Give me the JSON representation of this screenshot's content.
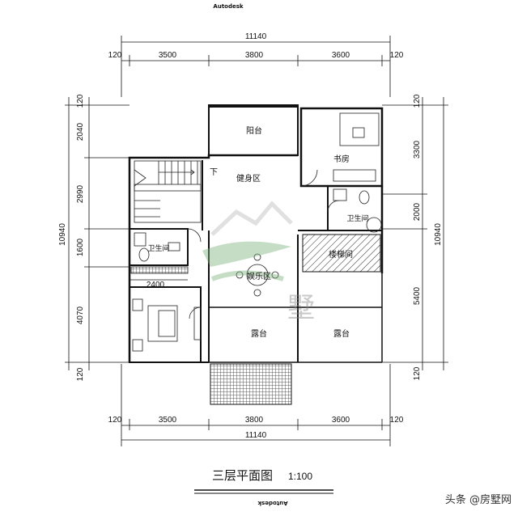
{
  "header": {
    "brand": "Autodesk"
  },
  "footer": {
    "brand_mirrored": "Autodesk",
    "watermark_text": "头条 @房墅网"
  },
  "plan": {
    "title": "三层平面图",
    "scale": "1:100",
    "dimensions": {
      "top_total": "11140",
      "top_segments": [
        "120",
        "3500",
        "3800",
        "3600",
        "120"
      ],
      "bottom_total": "11140",
      "bottom_segments": [
        "120",
        "3500",
        "3800",
        "3600",
        "120"
      ],
      "left_total": "10940",
      "left_segments": [
        "120",
        "2040",
        "2990",
        "1600",
        "4070",
        "120"
      ],
      "right_total": "10940",
      "right_segments": [
        "120",
        "3300",
        "2000",
        "5400",
        "120"
      ],
      "inner_2400": "2400"
    },
    "rooms": {
      "balcony": "阳台",
      "study": "书房",
      "gym": "健身区",
      "bath_right": "卫生间",
      "bath_left": "卫生间",
      "roof_floor": "楼梯间",
      "entertainment": "娱乐区",
      "terrace_left": "露台",
      "terrace_right": "露台",
      "stair_down": "下"
    }
  }
}
